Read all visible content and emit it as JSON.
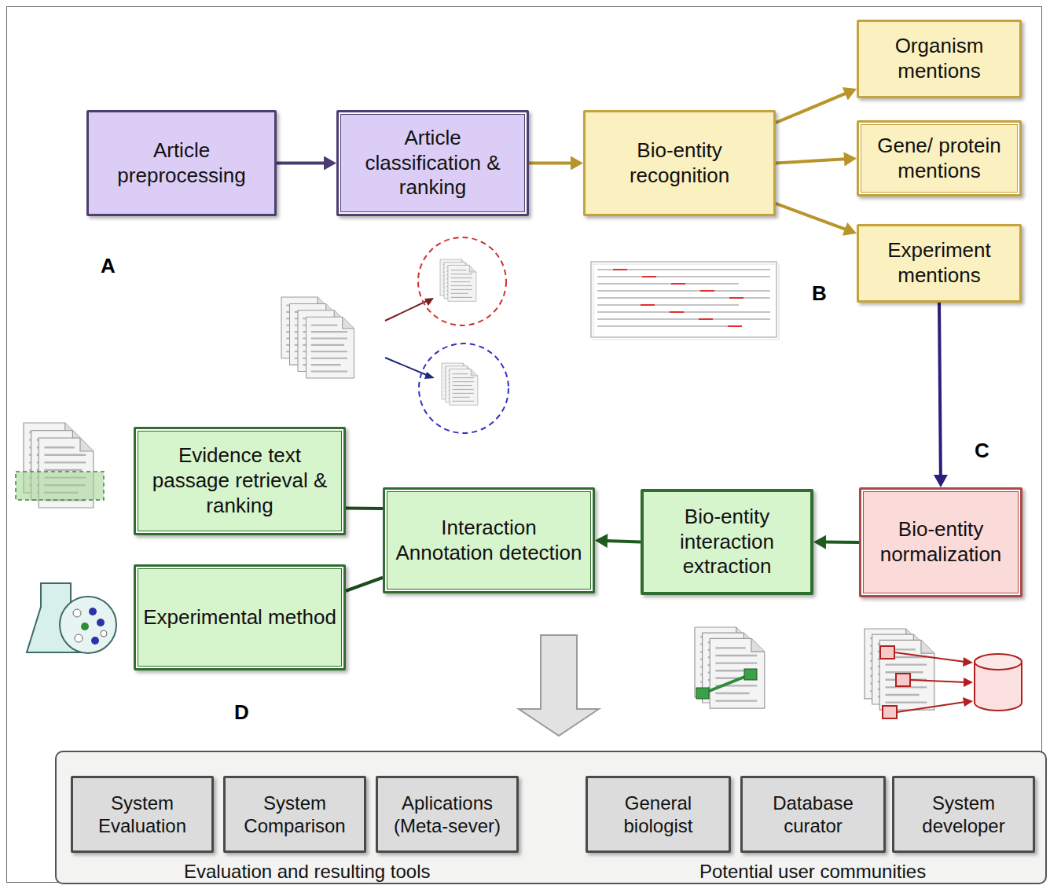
{
  "diagram": {
    "nodes": [
      {
        "text": [
          "Article preprocessing"
        ]
      },
      {
        "text": [
          "Article classification & ranking"
        ]
      },
      {
        "text": [
          "Bio-entity recognition"
        ]
      },
      {
        "text": [
          "Organism mentions"
        ]
      },
      {
        "text": [
          "Gene/ protein mentions"
        ]
      },
      {
        "text": [
          "Experiment mentions"
        ]
      },
      {
        "text": [
          "Bio-entity normalization"
        ]
      },
      {
        "text": [
          "Bio-entity interaction extraction"
        ]
      },
      {
        "text": [
          "Interaction Annotation detection"
        ]
      },
      {
        "text": [
          "Evidence text passage retrieval & ranking"
        ]
      },
      {
        "text": [
          "Experimental method"
        ]
      },
      {
        "text": [
          "Evaluation and resulting tools",
          "Potential user communities"
        ]
      },
      {
        "text": [
          "System Evaluation"
        ],
        "in": 11
      },
      {
        "text": [
          "System Comparison"
        ],
        "in": 11
      },
      {
        "text": [
          "Aplications (Meta-sever)"
        ],
        "in": 11
      },
      {
        "text": [
          "General biologist"
        ],
        "in": 11
      },
      {
        "text": [
          "Database curator"
        ],
        "in": 11
      },
      {
        "text": [
          "System developer"
        ],
        "in": 11
      }
    ],
    "edges": [
      {
        "from": 0,
        "to": 1,
        "arrow": "to"
      },
      {
        "from": 1,
        "to": 2,
        "arrow": "to"
      },
      {
        "from": 2,
        "to": 3,
        "arrow": "to"
      },
      {
        "from": 2,
        "to": 4,
        "arrow": "to"
      },
      {
        "from": 2,
        "to": 5,
        "arrow": "to"
      },
      {
        "from": 5,
        "to": 6,
        "arrow": "to"
      },
      {
        "from": 6,
        "to": 7,
        "arrow": "to"
      },
      {
        "from": 7,
        "to": 8,
        "arrow": "to"
      },
      {
        "from": 8,
        "to": 9,
        "arrow": "none"
      },
      {
        "from": 8,
        "to": 10,
        "arrow": "none"
      }
    ],
    "labels": [
      "A",
      "B",
      "C",
      "D"
    ]
  }
}
